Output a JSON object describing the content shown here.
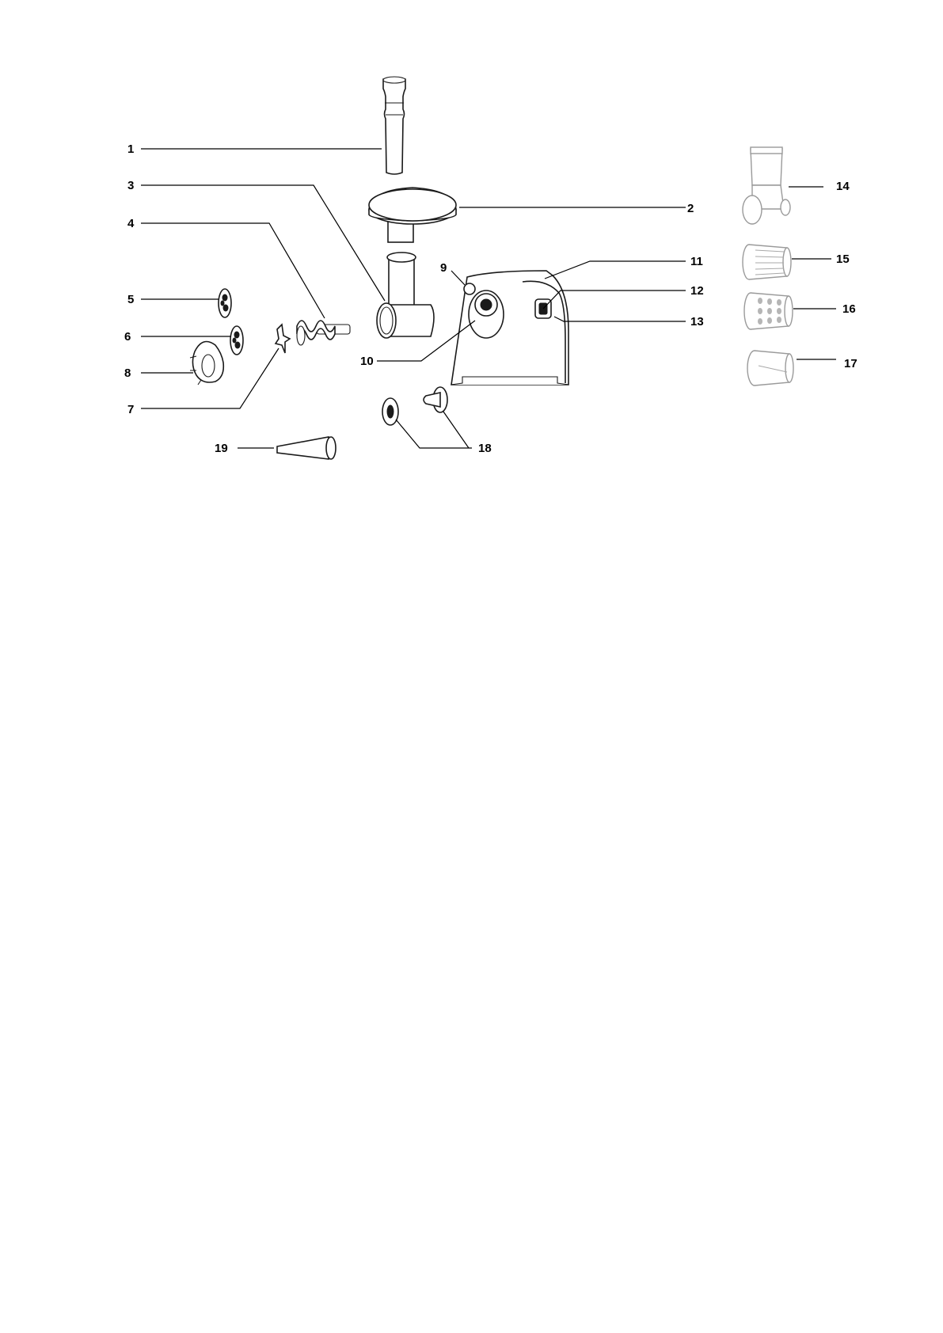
{
  "diagram": {
    "callouts": [
      {
        "id": "1",
        "text": "1"
      },
      {
        "id": "2",
        "text": "2"
      },
      {
        "id": "3",
        "text": "3"
      },
      {
        "id": "4",
        "text": "4"
      },
      {
        "id": "5",
        "text": "5"
      },
      {
        "id": "6",
        "text": "6"
      },
      {
        "id": "7",
        "text": "7"
      },
      {
        "id": "8",
        "text": "8"
      },
      {
        "id": "9",
        "text": "9"
      },
      {
        "id": "10",
        "text": "10"
      },
      {
        "id": "11",
        "text": "11"
      },
      {
        "id": "12",
        "text": "12"
      },
      {
        "id": "13",
        "text": "13"
      },
      {
        "id": "14",
        "text": "14"
      },
      {
        "id": "15",
        "text": "15"
      },
      {
        "id": "16",
        "text": "16"
      },
      {
        "id": "17",
        "text": "17"
      },
      {
        "id": "18",
        "text": "18"
      },
      {
        "id": "19",
        "text": "19"
      }
    ],
    "colors": {
      "ink": "#000000",
      "accessory_grey": "#9a9a9a",
      "background": "#ffffff"
    }
  }
}
